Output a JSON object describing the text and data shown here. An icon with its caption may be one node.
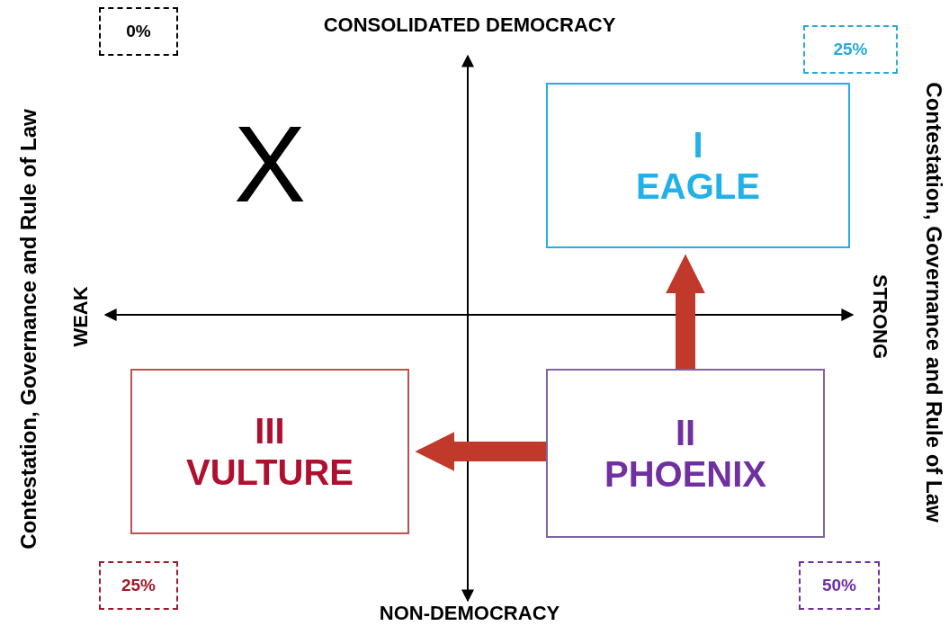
{
  "diagram": {
    "nodes": [
      {
        "text": [
          "0%"
        ]
      },
      {
        "text": [
          "25%"
        ]
      },
      {
        "text": [
          "I",
          "EAGLE"
        ]
      },
      {
        "text": [
          "III",
          "VULTURE"
        ]
      },
      {
        "text": [
          "II",
          "PHOENIX"
        ]
      },
      {
        "text": [
          "25%"
        ]
      },
      {
        "text": [
          "50%"
        ]
      }
    ],
    "edges": [
      {
        "from": 4,
        "to": 2,
        "arrow": "to"
      },
      {
        "from": 4,
        "to": 3,
        "arrow": "to"
      }
    ],
    "labels": [
      "CONSOLIDATED DEMOCRACY",
      "Contestation, Governance and Rule of Law",
      "X",
      "Contestation, Governance and Rule of Law",
      "WEAK",
      "STRONG",
      "NON-DEMOCRACY"
    ]
  }
}
